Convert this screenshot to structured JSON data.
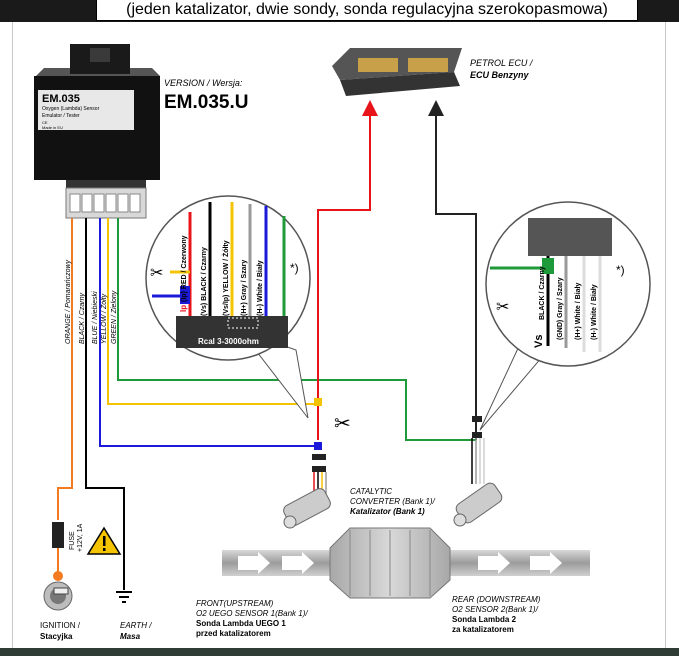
{
  "header": {
    "title": "(jeden katalizator, dwie sondy, sonda regulacyjna szerokopasmowa)"
  },
  "device": {
    "name": "EM.035",
    "subtitle_line1": "Oxygen (Lambda) Sensor",
    "subtitle_line2": "Emulator / Tester",
    "badge1": "CE",
    "badge2": "Made in EU",
    "version_label": "VERSION / Wersja:",
    "version_value": "EM.035.U"
  },
  "ecu": {
    "line1": "PETROL ECU /",
    "line2": "ECU Benzyny"
  },
  "wires": {
    "orange": "ORANGE / Pomarańczowy",
    "black": "BLACK / Czarny",
    "blue": "BLUE / Niebieski",
    "yellow": "YELLOW / Żółty",
    "green": "GREEN / Zielony"
  },
  "front_zoom": {
    "red": "(Ip) RED / Czerwony",
    "black": "(Vs) BLACK / Czarny",
    "yellow": "(Vs/Ip) YELLOW / Żółty",
    "gray": "(H+) Gray / Szary",
    "white": "(H-) White / Biały",
    "note": "*)",
    "rcal": "Rcal 3-3000ohm",
    "ip": "Ip"
  },
  "rear_zoom": {
    "black": "BLACK / Czarny",
    "gray": "(GND) Gray / Szary",
    "white1": "(H+) White / Biały",
    "white2": "(H-) White / Biały",
    "vs": "Vs",
    "note": "*)"
  },
  "catalytic": {
    "line1": "CATALYTIC",
    "line2": "CONVERTER (Bank 1)/",
    "line3": "Katalizator (Bank 1)"
  },
  "fuse": {
    "label1": "FUSE",
    "label2": "+12V, 1A"
  },
  "ignition": {
    "line1": "IGNITION /",
    "line2": "Stacyjka"
  },
  "earth": {
    "line1": "EARTH /",
    "line2": "Masa"
  },
  "front_sensor": {
    "line1": "FRONT(UPSTREAM)",
    "line2": "O2 UEGO SENSOR 1(Bank 1)/",
    "line3": "Sonda Lambda UEGO 1",
    "line4": "przed katalizatorem"
  },
  "rear_sensor": {
    "line1": "REAR (DOWNSTREAM)",
    "line2": "O2 SENSOR 2(Bank 1)/",
    "line3": "Sonda Lambda 2",
    "line4": "za katalizatorem"
  },
  "colors": {
    "orange": "#f47a20",
    "black": "#000000",
    "blue": "#1a1ad8",
    "yellow": "#f5c400",
    "green": "#1f9a3a",
    "red": "#e8141a",
    "gray": "#9a9a9a"
  }
}
